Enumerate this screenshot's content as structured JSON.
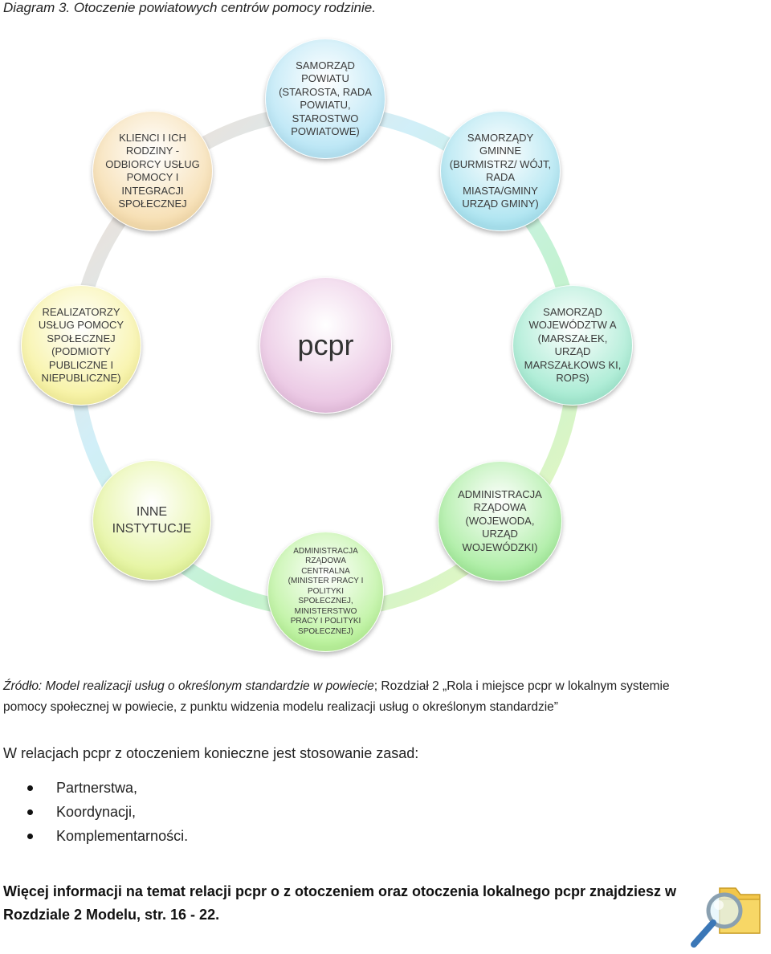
{
  "caption": "Diagram 3. Otoczenie powiatowych centrów pomocy rodzinie.",
  "diagram": {
    "center": {
      "label": "pcpr",
      "color": "#e8c0e0"
    },
    "nodes": [
      {
        "id": "samorzad-powiatu",
        "label": "SAMORZĄD POWIATU (STAROSTA, RADA POWIATU, STAROSTWO POWIATOWE)",
        "color": "#b7e5f5"
      },
      {
        "id": "samorzady-gminne",
        "label": "SAMORZĄDY GMINNE (BURMISTRZ/ WÓJT, RADA MIASTA/GMINY URZĄD GMINY)",
        "color": "#a9e3f0"
      },
      {
        "id": "samorzad-wojewodztwa",
        "label": "SAMORZĄD WOJEWÓDZTW A (MARSZAŁEK, URZĄD MARSZAŁKOWS KI, ROPS)",
        "color": "#a4ead1"
      },
      {
        "id": "administracja-rzadowa",
        "label": "ADMINISTRACJA RZĄDOWA (WOJEWODA, URZĄD WOJEWÓDZKI)",
        "color": "#a6ec9d"
      },
      {
        "id": "administracja-centralna",
        "label": "ADMINISTRACJA RZĄDOWA CENTRALNA (MINISTER PRACY I POLITYKI SPOŁECZNEJ, MINISTERSTWO PRACY I POLITYKI SPOŁECZNEJ)",
        "color": "#b9f29a"
      },
      {
        "id": "inne-instytucje",
        "label": "INNE INSTYTUCJE",
        "color": "#e4f49c"
      },
      {
        "id": "realizatorzy",
        "label": "REALIZATORZY USŁUG POMOCY SPOŁECZNEJ (PODMIOTY PUBLICZNE I NIEPUBLICZNE)",
        "color": "#f7f2a0"
      },
      {
        "id": "klienci",
        "label": "KLIENCI I ICH RODZINY - ODBIORCY USŁUG POMOCY I INTEGRACJI SPOŁECZNEJ",
        "color": "#f6ddae"
      }
    ]
  },
  "source": {
    "prefix": "Źródło: Model realizacji usług o określonym standardzie w powiecie",
    "rest": "; Rozdział 2 „Rola i miejsce pcpr w lokalnym systemie pomocy społecznej w powiecie, z punktu widzenia modelu realizacji usług o określonym standardzie”"
  },
  "rules": {
    "intro": "W relacjach pcpr z otoczeniem konieczne jest stosowanie zasad:",
    "items": [
      "Partnerstwa,",
      "Koordynacji,",
      "Komplementarności."
    ]
  },
  "more_info": "Więcej informacji na temat relacji pcpr o z otoczeniem oraz otoczenia lokalnego pcpr znajdziesz w Rozdziale 2 Modelu, str. 16 - 22.",
  "icon": "magnifier-folder-icon"
}
